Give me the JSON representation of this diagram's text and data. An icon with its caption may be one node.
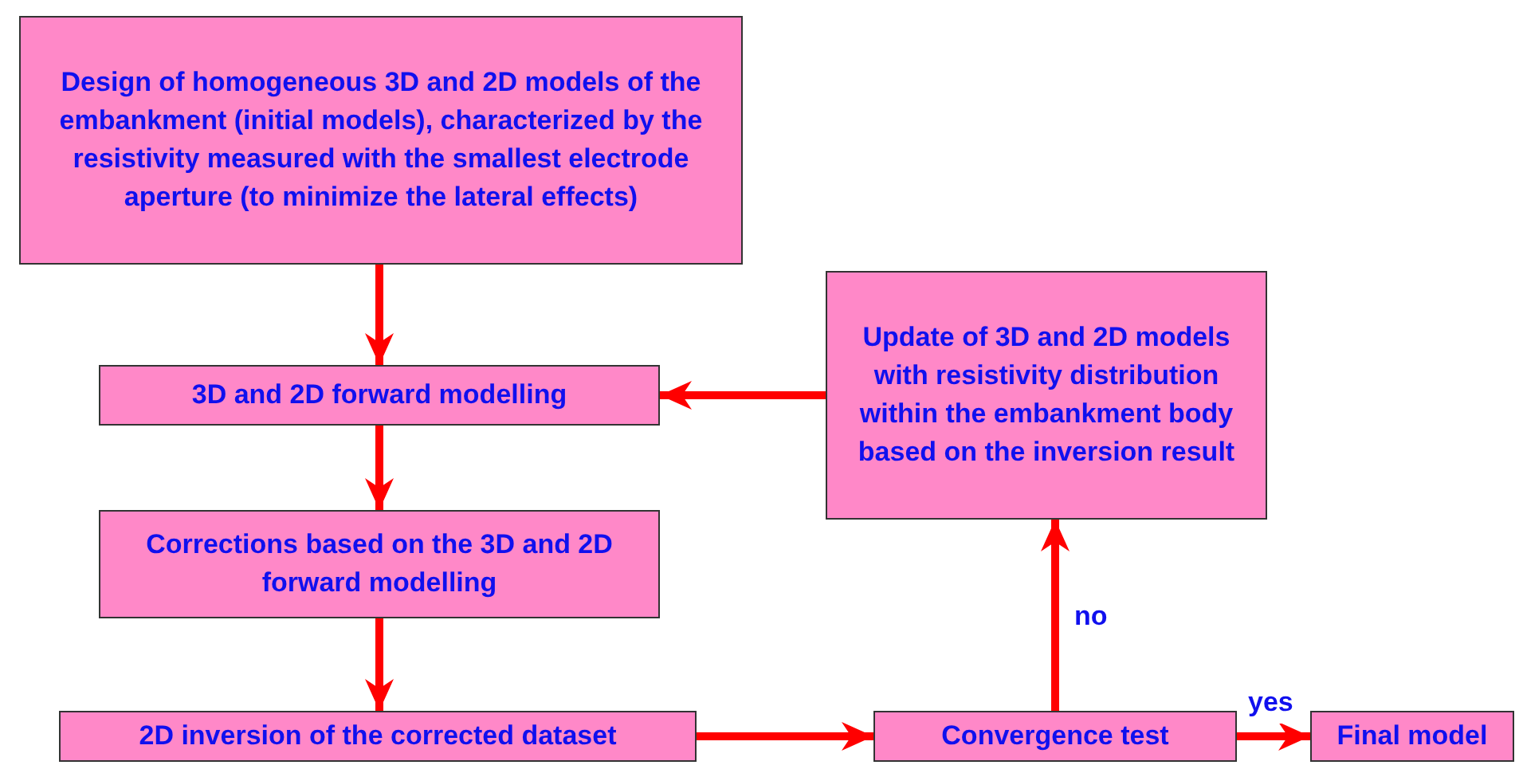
{
  "diagram": {
    "nodes": [
      {
        "text": [
          "Design of homogeneous 3D and 2D models of the embankment (initial models), characterized by the resistivity measured with the smallest electrode aperture (to minimize the lateral effects)"
        ]
      },
      {
        "text": [
          "3D and 2D forward modelling"
        ]
      },
      {
        "text": [
          "Corrections based on the 3D and 2D forward modelling"
        ]
      },
      {
        "text": [
          "2D inversion of the corrected dataset"
        ]
      },
      {
        "text": [
          "Convergence test"
        ]
      },
      {
        "text": [
          "Final model"
        ]
      },
      {
        "text": [
          "Update of 3D and 2D models with resistivity distribution within the embankment body based on the inversion result"
        ]
      }
    ],
    "edges": [
      {
        "from": 0,
        "to": 1,
        "arrow": "to"
      },
      {
        "from": 1,
        "to": 2,
        "arrow": "to"
      },
      {
        "from": 2,
        "to": 3,
        "arrow": "to"
      },
      {
        "from": 3,
        "to": 4,
        "arrow": "to"
      },
      {
        "from": 4,
        "to": 5,
        "arrow": "to",
        "label": "yes"
      },
      {
        "from": 4,
        "to": 6,
        "arrow": "to",
        "label": "no"
      },
      {
        "from": 6,
        "to": 1,
        "arrow": "to"
      }
    ]
  }
}
